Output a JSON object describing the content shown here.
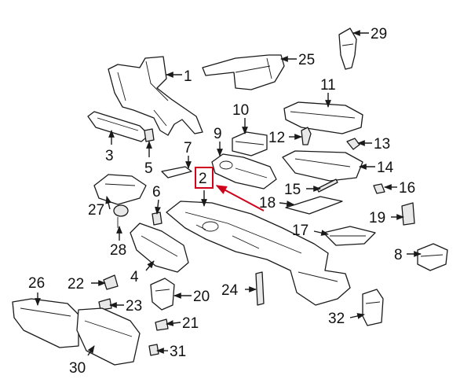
{
  "diagram": {
    "highlight_color": "#d0021b",
    "line_color": "#1a1a1a",
    "highlighted_callout": "2",
    "callouts": [
      "1",
      "2",
      "3",
      "4",
      "5",
      "6",
      "7",
      "8",
      "9",
      "10",
      "11",
      "12",
      "13",
      "14",
      "15",
      "16",
      "17",
      "18",
      "19",
      "20",
      "21",
      "22",
      "23",
      "24",
      "25",
      "26",
      "27",
      "28",
      "29",
      "30",
      "31",
      "32"
    ]
  }
}
